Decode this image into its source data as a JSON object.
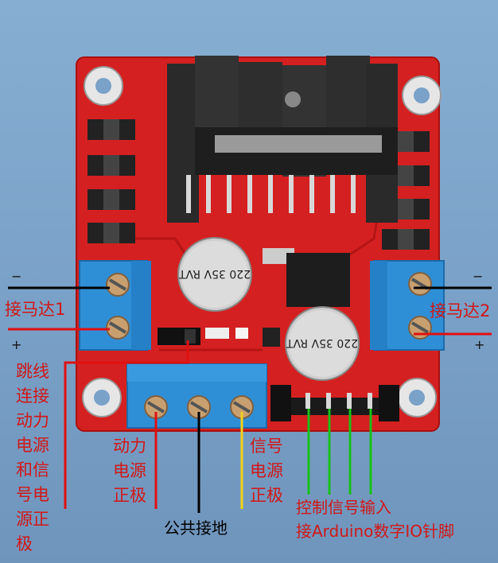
{
  "labels": {
    "motor1": "接马达1",
    "motor2": "接马达2",
    "motor1_minus": "−",
    "motor1_plus": "+",
    "motor2_minus": "−",
    "motor2_plus": "+",
    "jumper_note": "跳线连接动力电源和信号电源正极",
    "power_positive": "动力电源正极",
    "common_ground": "公共接地",
    "signal_positive": "信号电源正极",
    "control_line1": "控制信号输入",
    "control_line2": "接Arduino数字IO针脚"
  },
  "components": {
    "capacitor_marking": "220 35V RVT"
  },
  "colors": {
    "background": "#7aa1c8",
    "board": "#d42020",
    "terminal": "#2f8fd6",
    "heatsink": "#2a2a2a",
    "line_red": "#e01010",
    "line_black": "#000000",
    "line_yellow": "#f2d21b",
    "line_green": "#18c018"
  }
}
